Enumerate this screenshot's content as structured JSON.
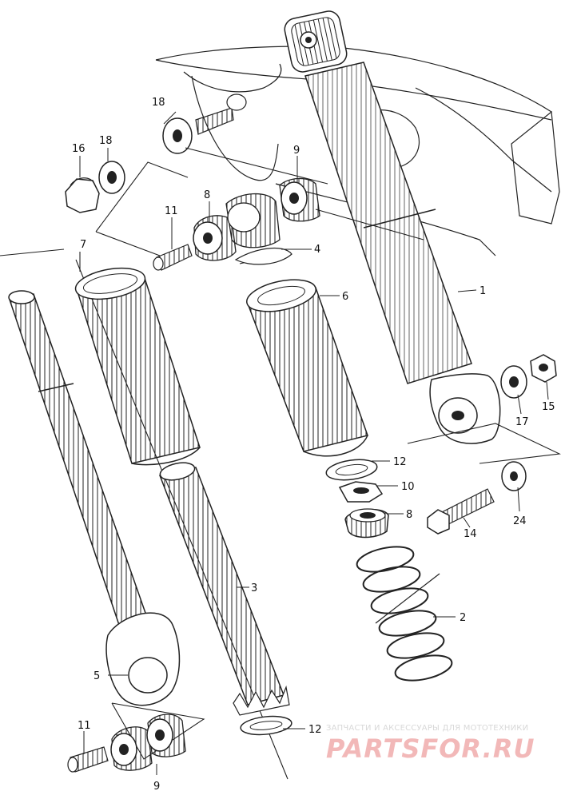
{
  "diagram": {
    "part_labels": {
      "p1": "1",
      "p2": "2",
      "p3": "3",
      "p4": "4",
      "p5": "5",
      "p6": "6",
      "p7": "7",
      "p8a": "8",
      "p8b": "8",
      "p9a": "9",
      "p9b": "9",
      "p10": "10",
      "p11a": "11",
      "p11b": "11",
      "p12a": "12",
      "p12b": "12",
      "p14": "14",
      "p15": "15",
      "p16": "16",
      "p17": "17",
      "p18a": "18",
      "p18b": "18",
      "p24": "24"
    }
  },
  "watermark": {
    "caption": "ЗАПЧАСТИ И АКСЕССУАРЫ ДЛЯ МОТОТЕХНИКИ",
    "logo": "PARTSFOR.RU"
  },
  "colors": {
    "ink": "#111111",
    "watermark_logo": "#f2b8b8",
    "watermark_caption": "#d8d8d8"
  }
}
